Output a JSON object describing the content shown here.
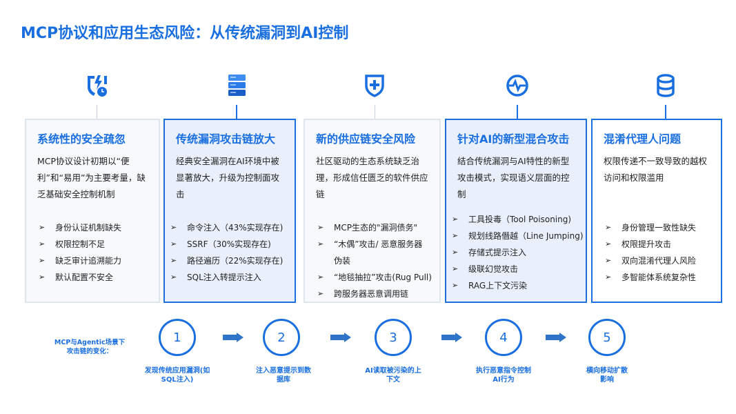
{
  "title": "MCP协议和应用生态风险：从传统漏洞到AI控制",
  "colors": {
    "accent": "#1a6fe0",
    "card_bg": "#f7f9fc",
    "card_highlight_bg": "#e9f0fb"
  },
  "cards": [
    {
      "icon": "shield-bolt-clock-icon",
      "title": "系统性的安全疏忽",
      "desc": "MCP协议设计初期以“便利”和“易用”为主要考量，缺乏基础安全控制机制",
      "items": [
        "身份认证机制缺失",
        "权限控制不足",
        "缺乏审计追溯能力",
        "默认配置不安全"
      ]
    },
    {
      "icon": "server-stack-icon",
      "title": "传统漏洞攻击链放大",
      "desc": "经典安全漏洞在AI环境中被显著放大，升级为控制面攻击",
      "items": [
        "命令注入（43%实现存在)",
        "SSRF（30%实现存在)",
        "路径遍历（22%实现存在)",
        "SQL注入转提示注入"
      ]
    },
    {
      "icon": "shield-plus-icon",
      "title": "新的供应链安全风险",
      "desc": "社区驱动的生态系统缺乏治理，形成信任匮乏的软件供应链",
      "items": [
        "MCP生态的\"漏洞债务\"",
        "“木偶”攻击/ 恶意服务器伪装",
        "“地毯抽拉”攻击(Rug Pull)",
        "跨服务器恶意调用链"
      ]
    },
    {
      "icon": "pulse-circle-icon",
      "title": "针对AI的新型混合攻击",
      "desc": "结合传统漏洞与AI特性的新型攻击模式，实现语义层面的控制",
      "items": [
        "工具投毒（Tool Poisoning)",
        "规划线路僭越（Line Jumping)",
        "存储式提示注入",
        "级联幻觉攻击",
        "RAG上下文污染"
      ]
    },
    {
      "icon": "database-icon",
      "title": "混淆代理人问题",
      "desc": "权限传递不一致导致的越权访问和权限滥用",
      "items": [
        "身份管理一致性缺失",
        "权限提升攻击",
        "双向混淆代理人风险",
        "多智能体系统复杂性"
      ]
    }
  ],
  "steps_label": "MCP与Agentic场景下攻击链的变化：",
  "steps": [
    {
      "num": "1",
      "label": "发现传统应用漏洞(如SQL注入)"
    },
    {
      "num": "2",
      "label": "注入恶意提示到数据库"
    },
    {
      "num": "3",
      "label": "AI读取被污染的上下文"
    },
    {
      "num": "4",
      "label": "执行恶意指令控制AI行为"
    },
    {
      "num": "5",
      "label": "横向移动扩散影响"
    }
  ]
}
